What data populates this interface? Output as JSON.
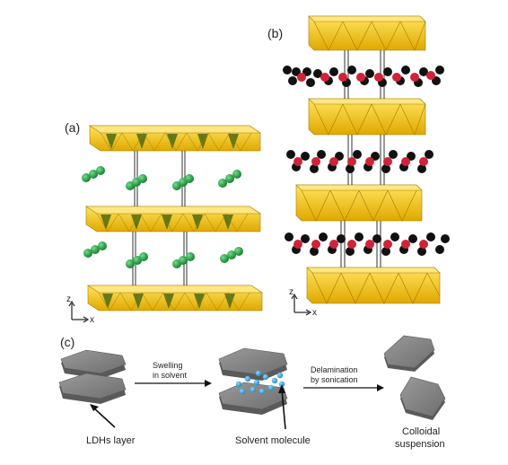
{
  "panels": {
    "a": {
      "label": "(a)"
    },
    "b": {
      "label": "(b)"
    },
    "c": {
      "label": "(c)"
    }
  },
  "axes": {
    "a": {
      "z": "z",
      "x": "x"
    },
    "b": {
      "z": "z",
      "x": "x"
    }
  },
  "process": {
    "step1_line1": "Swelling",
    "step1_line2": "in solvent",
    "step2_line1": "Delamination",
    "step2_line2": "by sonication",
    "ldh_label": "LDHs layer",
    "solvent_label": "Solvent molecule",
    "result_line1": "Colloidal",
    "result_line2": "suspension"
  },
  "colors": {
    "octahedron": "#f2c200",
    "octahedron_edge": "#b38a00",
    "octahedron_dark": "#5b6b1a",
    "anion_green": "#1f9a3a",
    "anion_red": "#d0233a",
    "anion_black": "#111111",
    "sheet_gray": "#7d7d7d",
    "solvent_blue": "#3fa7d8"
  }
}
